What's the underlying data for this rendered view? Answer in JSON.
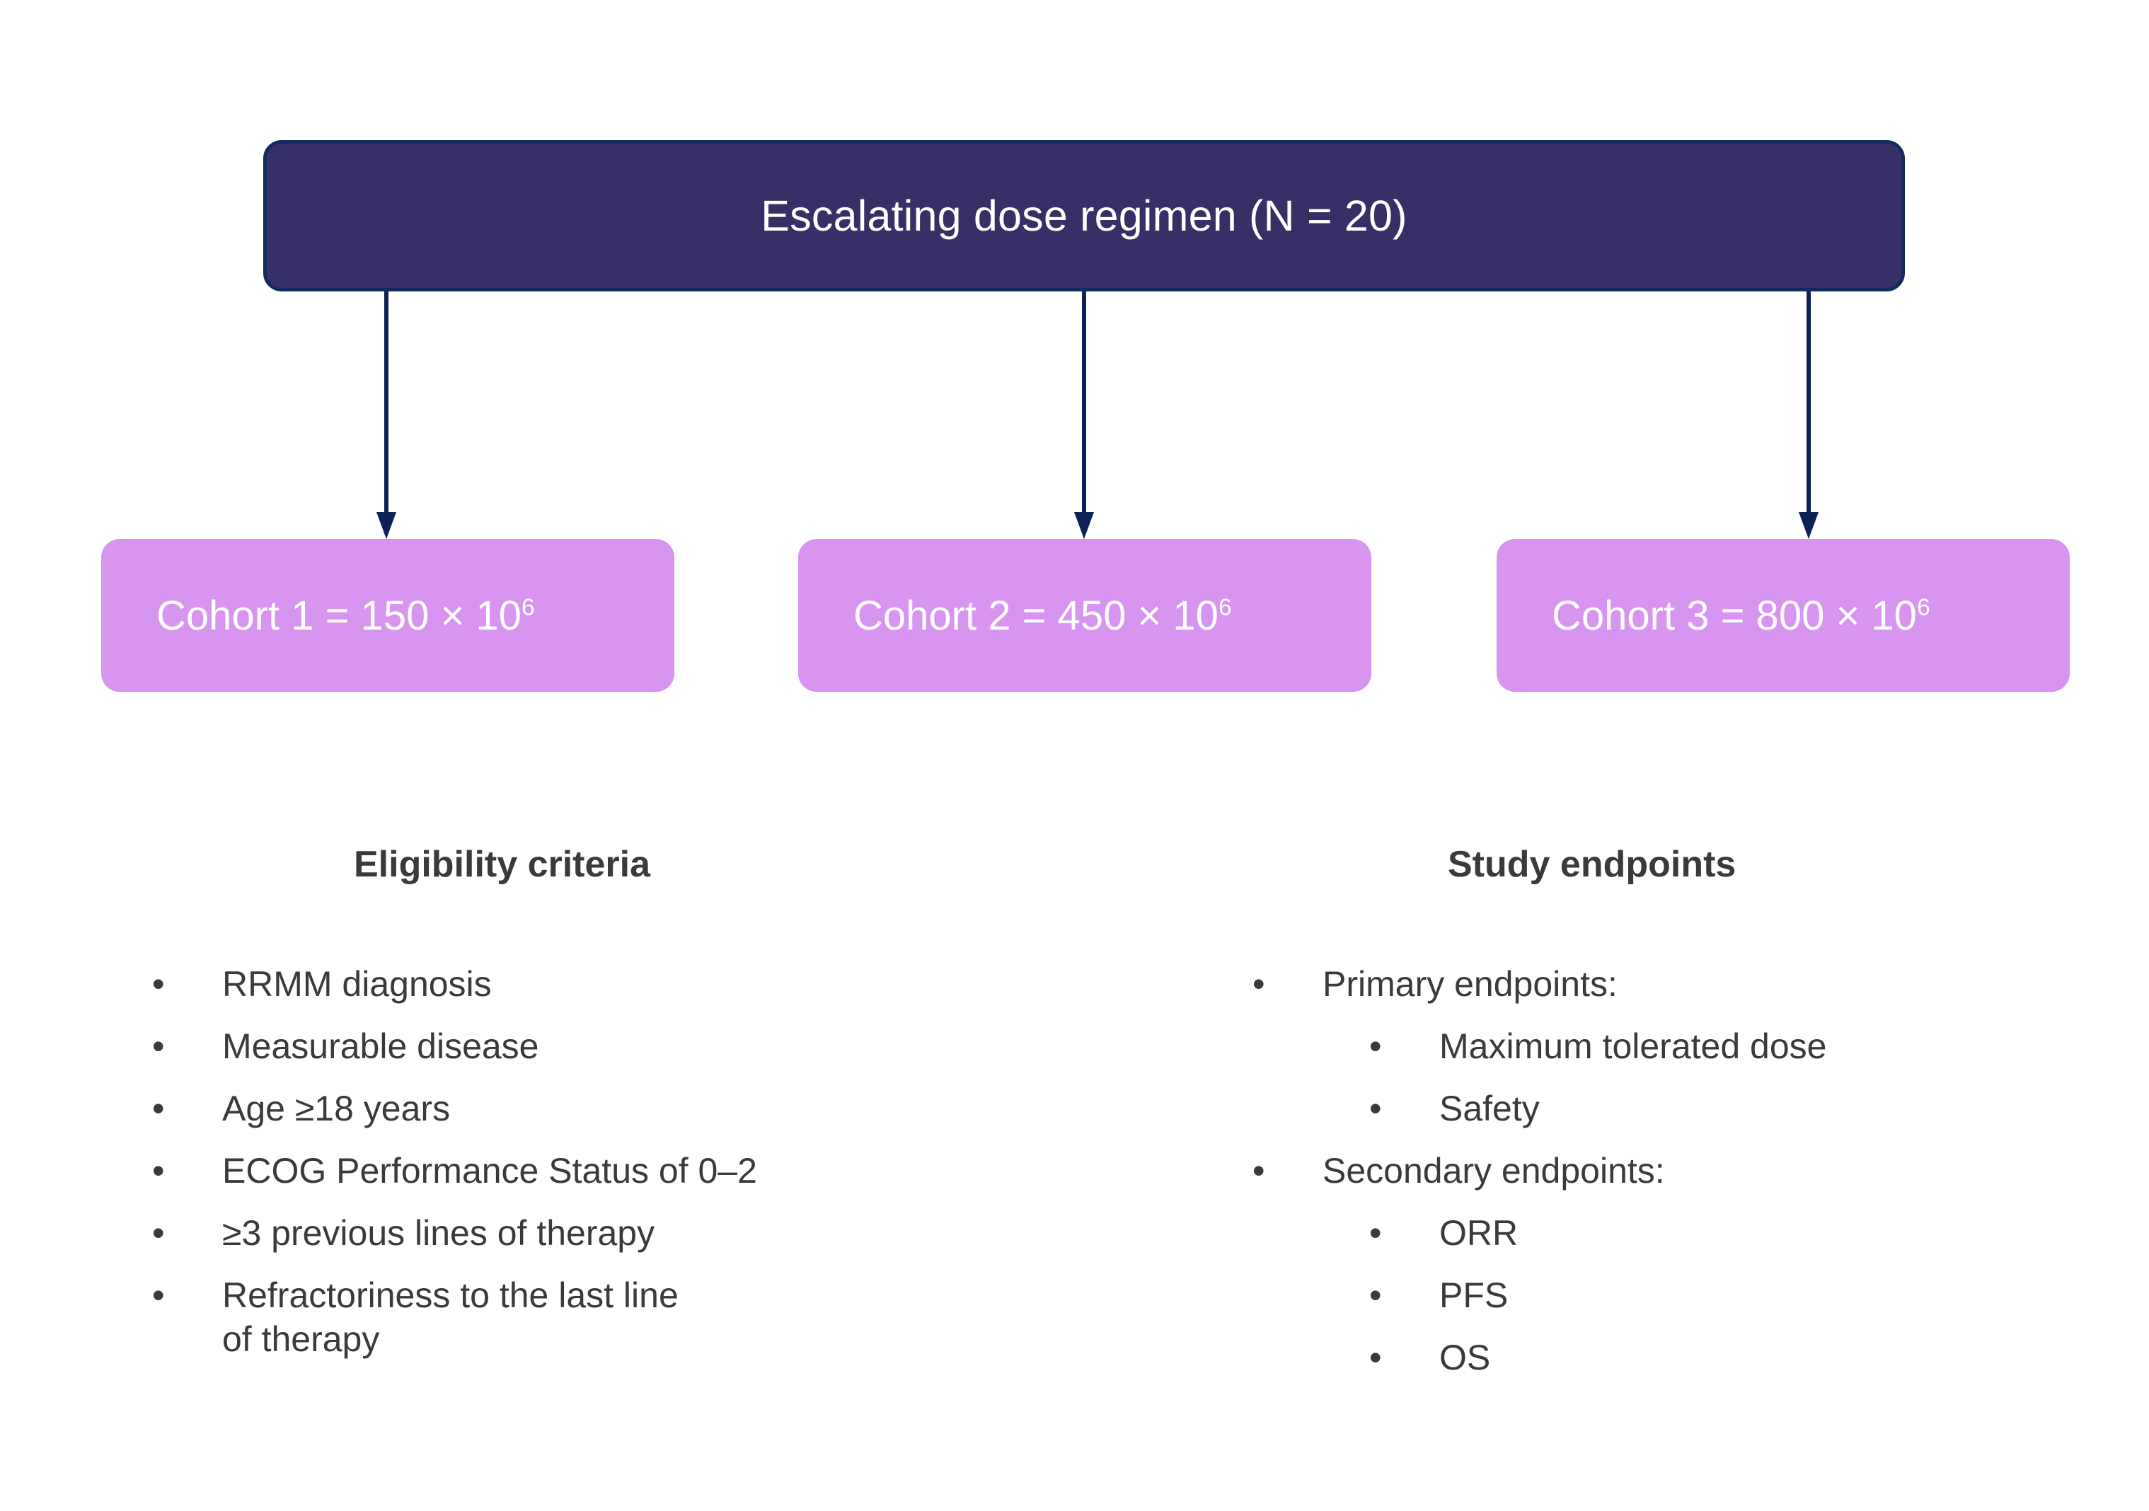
{
  "colors": {
    "header_fill": "#373066",
    "header_border": "#132a5e",
    "cohort_fill": "#d795ef",
    "arrow": "#0d2357",
    "text": "#3a3a3a",
    "box_text": "#ffffff"
  },
  "header": {
    "title": "Escalating dose regimen (N = 20)"
  },
  "cohorts": [
    {
      "prefix": "Cohort 1 = 150 × 10",
      "exponent": "6"
    },
    {
      "prefix": "Cohort 2 = 450 × 10",
      "exponent": "6"
    },
    {
      "prefix": "Cohort 3 = 800 × 10",
      "exponent": "6"
    }
  ],
  "columns": {
    "eligibility": {
      "heading": "Eligibility criteria",
      "bullet_glyph": "•",
      "items": [
        {
          "text": "RRMM diagnosis"
        },
        {
          "text": "Measurable disease"
        },
        {
          "text": "Age ≥18 years"
        },
        {
          "text": "ECOG Performance Status of 0–2"
        },
        {
          "text": "≥3 previous lines of therapy"
        },
        {
          "text": "Refractoriness to the last line",
          "continuation": "of therapy"
        }
      ]
    },
    "endpoints": {
      "heading": "Study endpoints",
      "bullet_glyph": "•",
      "items": [
        {
          "text": "Primary endpoints:",
          "level": 1
        },
        {
          "text": "Maximum tolerated dose",
          "level": 2
        },
        {
          "text": "Safety",
          "level": 2
        },
        {
          "text": "Secondary endpoints:",
          "level": 1
        },
        {
          "text": "ORR",
          "level": 2
        },
        {
          "text": "PFS",
          "level": 2
        },
        {
          "text": "OS",
          "level": 2
        }
      ]
    }
  }
}
